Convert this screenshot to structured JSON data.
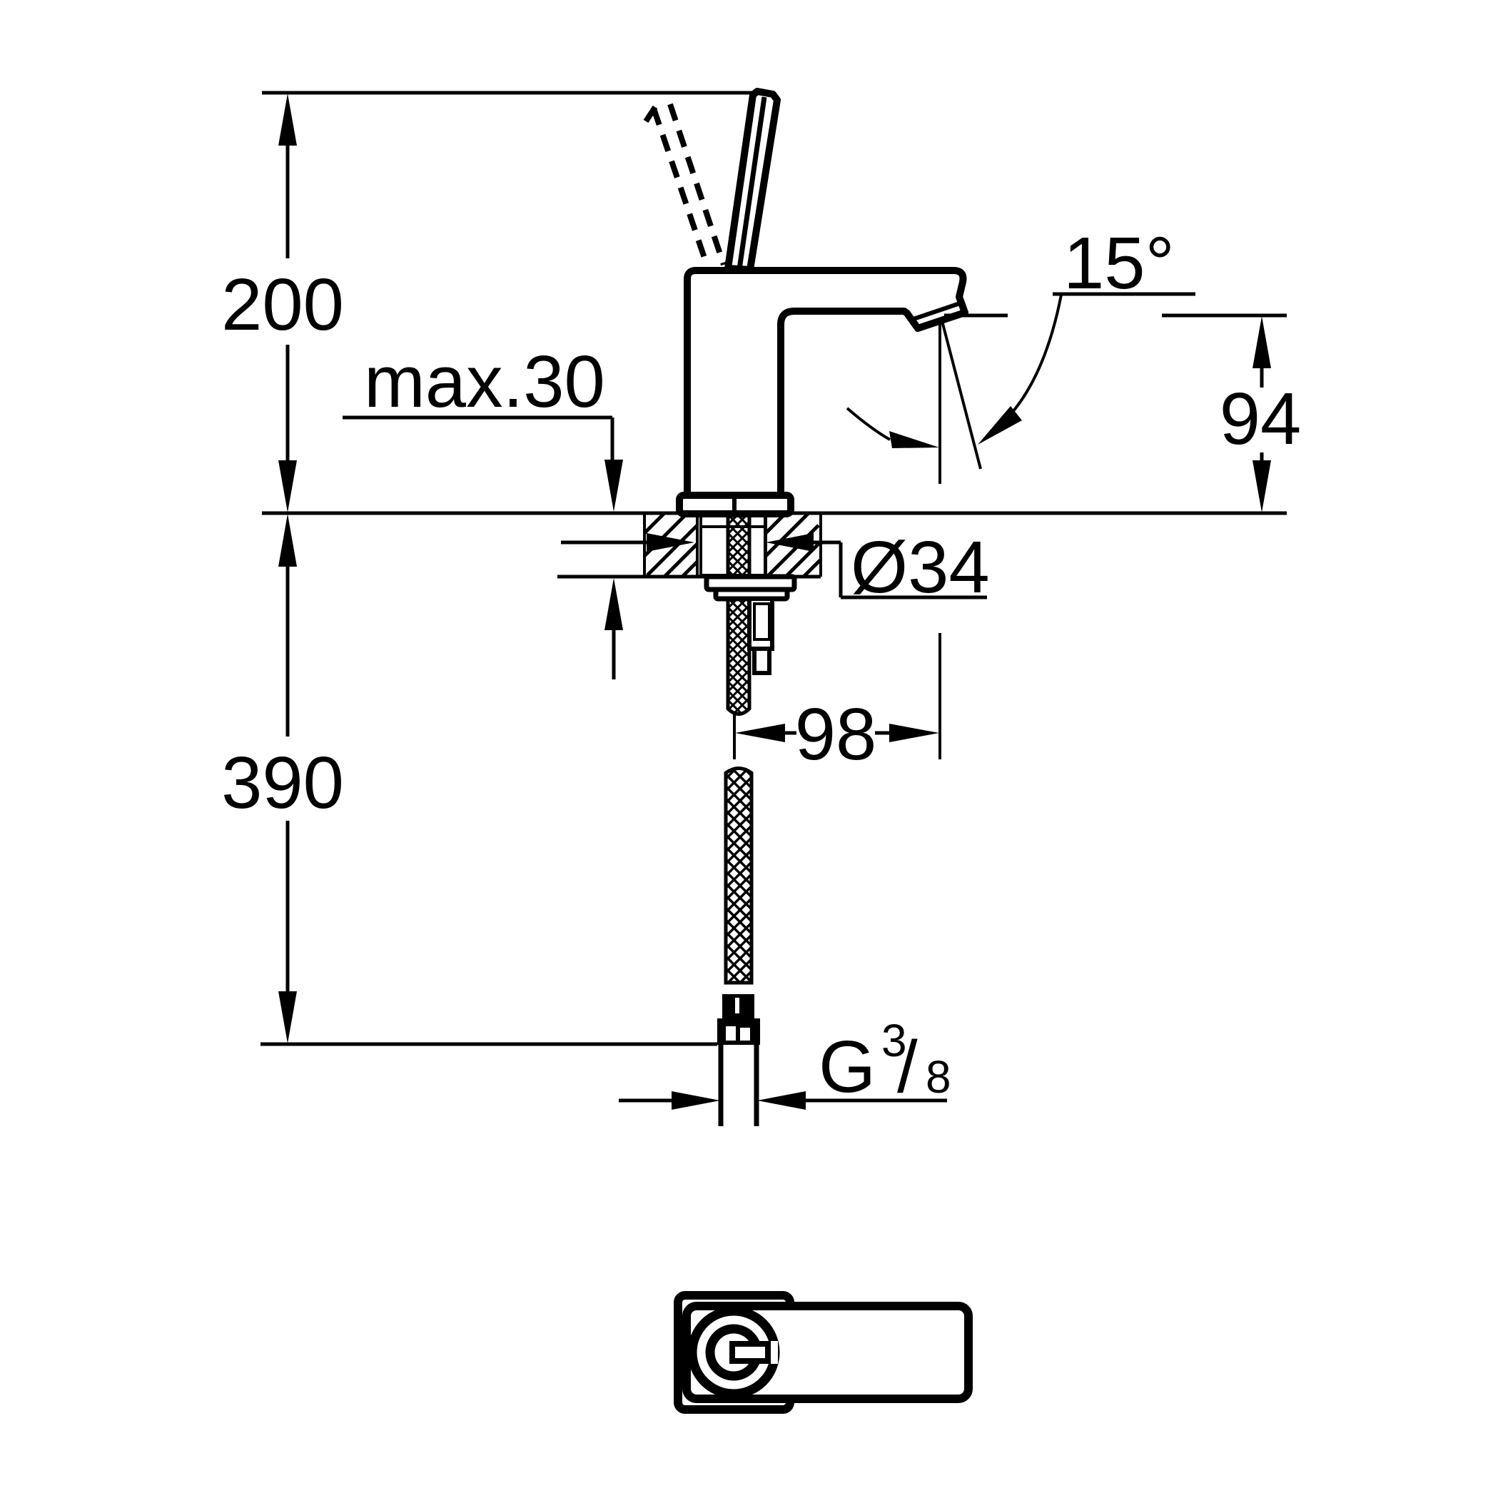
{
  "page": {
    "background": "#ffffff",
    "ink": "#000000"
  },
  "drawing": {
    "kind": "technical-dimension-drawing",
    "subject": "single-lever basin faucet, side elevation with installation dimensions and handle top view",
    "units": "mm"
  },
  "dimensions": {
    "height_above_deck": "200",
    "deck_thickness": "max.30",
    "spout_angle": "15°",
    "spout_height": "94",
    "hole_diameter": "Ø34",
    "spout_projection": "98",
    "hose_drop": "390",
    "thread_letter": "G",
    "thread_numerator": "3",
    "thread_slash": "/",
    "thread_denominator": "8"
  }
}
